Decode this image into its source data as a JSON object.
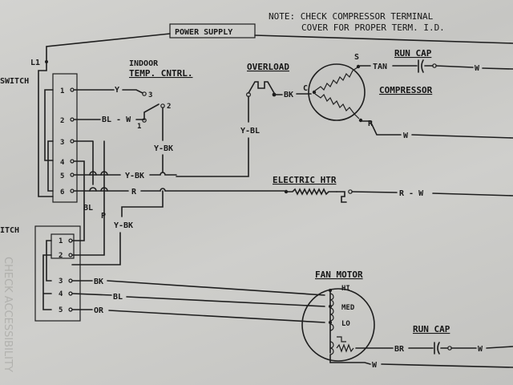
{
  "note": {
    "line1": "NOTE: CHECK COMPRESSOR TERMINAL",
    "line2": "COVER FOR PROPER TERM. I.D."
  },
  "power_supply": "POWER SUPPLY",
  "l1": "L1",
  "switch_labels": {
    "top": "SWITCH",
    "bottom": "ITCH"
  },
  "switch1": {
    "terminals": [
      "1",
      "2",
      "3",
      "4",
      "5",
      "6"
    ]
  },
  "switch2": {
    "terminals": [
      "1",
      "2",
      "3",
      "4",
      "5"
    ]
  },
  "thermostat": {
    "title_line1": "INDOOR",
    "title_line2": "TEMP. CNTRL.",
    "t1": "1",
    "t2": "2",
    "t3": "3"
  },
  "overload": {
    "title": "OVERLOAD"
  },
  "compressor": {
    "title": "COMPRESSOR",
    "s": "S",
    "c": "C",
    "r": "R"
  },
  "run_cap_top": {
    "title": "RUN CAP"
  },
  "electric_htr": {
    "title": "ELECTRIC HTR"
  },
  "fan_motor": {
    "title": "FAN MOTOR",
    "hi": "HI",
    "med": "MED",
    "lo": "LO"
  },
  "run_cap_bottom": {
    "title": "RUN CAP"
  },
  "wire_labels": {
    "y": "Y",
    "bl_w": "BL - W",
    "y_bk_sw": "Y-BK",
    "y_bl": "Y-BL",
    "bk": "BK",
    "tan": "TAN",
    "w_cap": "W",
    "w_r": "W",
    "y_bk_4": "Y-BK",
    "r_6": "R",
    "r_w": "R - W",
    "bl": "BL",
    "p": "P",
    "y_bk_low": "Y-BK",
    "bk_fan": "BK",
    "bl_fan": "BL",
    "or_fan": "OR",
    "br": "BR",
    "w_fan": "W",
    "w_fan_low": "W"
  },
  "colors": {
    "ink": "#1e1e1e",
    "paper": "#c9c9c6"
  }
}
